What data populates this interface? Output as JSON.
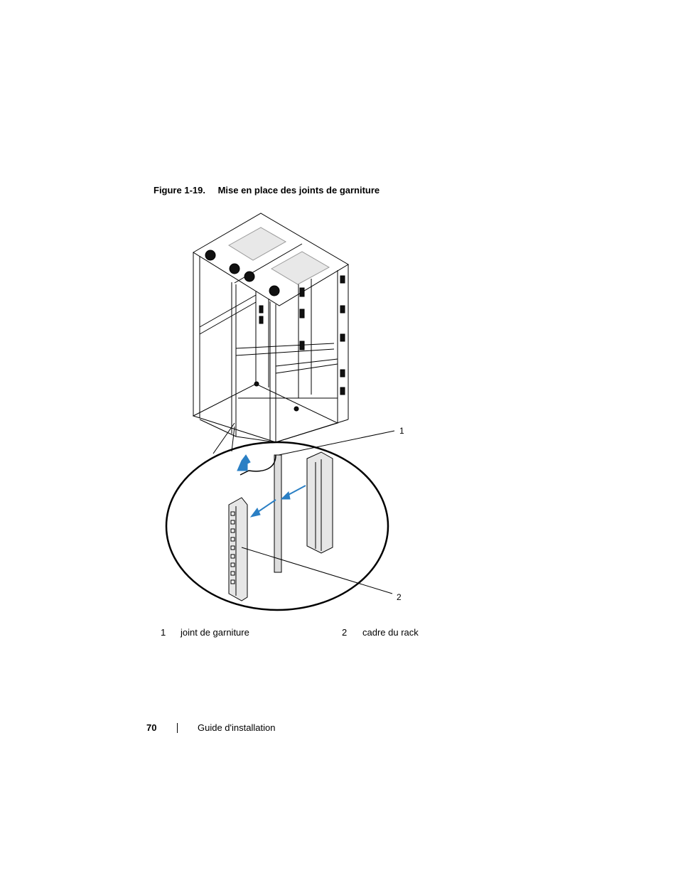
{
  "figure": {
    "number": "Figure 1-19.",
    "title": "Mise en place des joints de garniture",
    "callouts": [
      "1",
      "2"
    ]
  },
  "legend": [
    {
      "num": "1",
      "label": "joint de garniture"
    },
    {
      "num": "2",
      "label": "cadre du rack"
    }
  ],
  "footer": {
    "page_number": "70",
    "section": "Guide d'installation"
  },
  "colors": {
    "arrow_blue": "#2a7fc4",
    "line": "#000000"
  }
}
